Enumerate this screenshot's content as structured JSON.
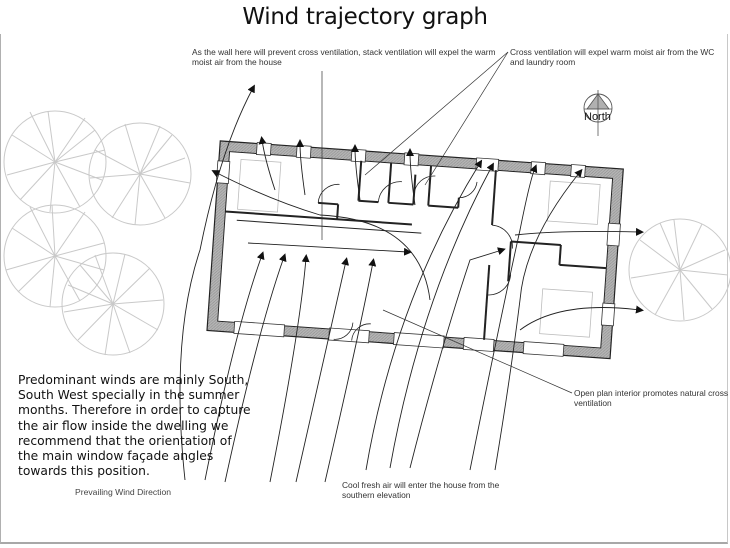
{
  "title": "Wind trajectory graph",
  "annotations": {
    "stack_ventilation": "As the wall here will prevent cross ventilation, stack ventilation will expel the warm moist air from the house",
    "cross_ventilation": "Cross ventilation will expel warm moist air from the WC and laundry room",
    "open_plan": "Open plan interior promotes natural cross ventilation",
    "cool_air": "Cool fresh air will enter the house from the southern elevation",
    "prevailing_wind": "Prevailing Wind Direction"
  },
  "paragraph": "Predominant winds are mainly South, South West specially in the summer months. Therefore in order to capture the air flow inside the dwelling we recommend that the orientation of the main window façade angles towards this position.",
  "compass": {
    "label": "North",
    "icon": "north-arrow-icon"
  },
  "colors": {
    "wall_fill": "#a9a9a9",
    "line": "#222222",
    "tree": "#c8c8c8",
    "text": "#333333"
  }
}
